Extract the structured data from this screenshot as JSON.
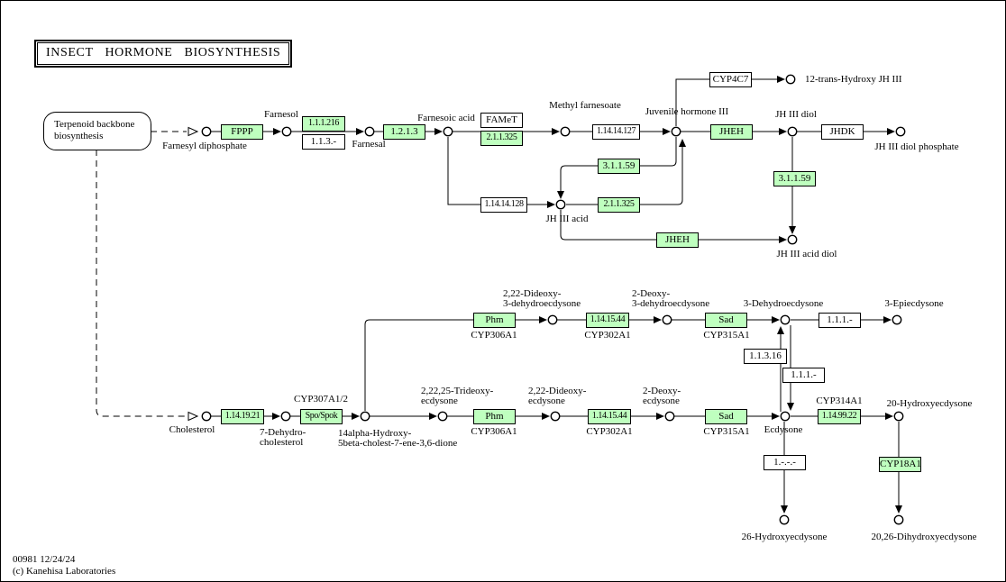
{
  "title": "INSECT  HORMONE  BIOSYNTHESIS",
  "footer": {
    "line1": "00981 12/24/24",
    "line2": "(c) Kanehisa Laboratories"
  },
  "colors": {
    "enzyme_green": "#bfffbf",
    "box_white": "#ffffff",
    "line": "#000000",
    "background": "#ffffff"
  },
  "linked_pathway": "Terpenoid backbone\nbiosynthesis",
  "enzymes": {
    "fppp": "FPPP",
    "ec_1_1_1_216": "1.1.1.216",
    "ec_1_1_3_dash": "1.1.3.-",
    "ec_1_2_1_3": "1.2.1.3",
    "famet": "FAMeT",
    "ec_2_1_1_325": "2.1.1.325",
    "ec_1_14_14_127": "1.14.14.127",
    "ec_1_14_14_128": "1.14.14.128",
    "cyp4c7": "CYP4C7",
    "jheh": "JHEH",
    "jhdk": "JHDK",
    "ec_3_1_1_59": "3.1.1.59",
    "phm": "Phm",
    "ec_1_14_15_44": "1.14.15.44",
    "sad": "Sad",
    "ec_1_1_1_dash": "1.1.1.-",
    "ec_1_1_3_16": "1.1.3.16",
    "ec_1_14_19_21": "1.14.19.21",
    "spo_spok": "Spo/Spok",
    "ec_1_14_99_22": "1.14.99.22",
    "ec_1_dash": "1.-.-.-",
    "cyp18a1": "CYP18A1"
  },
  "gene_labels": {
    "cyp306a1": "CYP306A1",
    "cyp302a1": "CYP302A1",
    "cyp315a1": "CYP315A1",
    "cyp307a1_2": "CYP307A1/2",
    "cyp314a1": "CYP314A1"
  },
  "compounds": {
    "farnesyl_diphosphate": "Farnesyl diphosphate",
    "farnesol": "Farnesol",
    "farnesal": "Farnesal",
    "farnesoic_acid": "Farnesoic acid",
    "methyl_farnesoate": "Methyl farnesoate",
    "juvenile_hormone_iii": "Juvenile hormone III",
    "trans12_hydroxy_jh_iii": "12-trans-Hydroxy JH III",
    "jh_iii_diol": "JH III diol",
    "jh_iii_diol_phosphate": "JH III diol phosphate",
    "jh_iii_acid": "JH III acid",
    "jh_iii_acid_diol": "JH III acid diol",
    "dideoxy_dehydroecdysone": "2,22-Dideoxy-\n3-dehydroecdysone",
    "deoxy_dehydroecdysone": "2-Deoxy-\n3-dehydroecdysone",
    "dehydroecdysone_3": "3-Dehydroecdysone",
    "epiecdysone_3": "3-Epiecdysone",
    "cholesterol": "Cholesterol",
    "dehydrocholesterol_7": "7-Dehydro-\ncholesterol",
    "hydroxy_cholest_dione": "14alpha-Hydroxy-\n5beta-cholest-7-ene-3,6-dione",
    "trideoxyecdysone": "2,22,25-Trideoxy-\necdysone",
    "dideoxyecdysone": "2,22-Dideoxy-\necdysone",
    "deoxyecdysone": "2-Deoxy-\necdysone",
    "ecdysone": "Ecdysone",
    "hydroxyecdysone_20": "20-Hydroxyecdysone",
    "hydroxyecdysone_26": "26-Hydroxyecdysone",
    "dihydroxyecdysone_2026": "20,26-Dihydroxyecdysone"
  }
}
